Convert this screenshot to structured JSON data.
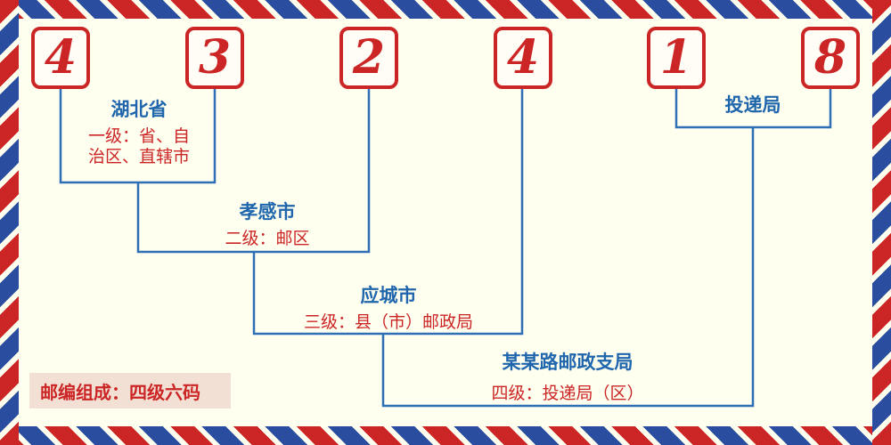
{
  "postal_code": {
    "digits": [
      "4",
      "3",
      "2",
      "4",
      "1",
      "8"
    ]
  },
  "annotations": {
    "level1": {
      "place": "湖北省",
      "desc_line1": "一级：省、自",
      "desc_line2": "治区、直辖市"
    },
    "level2": {
      "place": "孝感市",
      "desc": "二级：邮区"
    },
    "level3": {
      "place": "应城市",
      "desc": "三级：县（市）邮政局"
    },
    "level4": {
      "place": "某某路邮政支局",
      "desc": "四级：投递局（区）"
    },
    "delivery_bureau": {
      "label": "投递局"
    }
  },
  "footer": {
    "composition_note": "邮编组成：四级六码"
  },
  "colors": {
    "red": "#cc2525",
    "blue_text": "#1f66ad",
    "line_blue": "#2e6fb5",
    "border_blue": "#2a4da0",
    "background": "#fffff0",
    "note_background": "#f2e0d5"
  }
}
